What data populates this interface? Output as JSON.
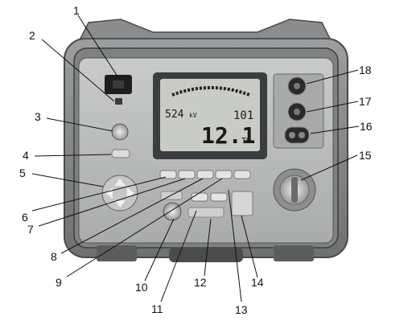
{
  "callouts": [
    {
      "n": "1"
    },
    {
      "n": "2"
    },
    {
      "n": "3"
    },
    {
      "n": "4"
    },
    {
      "n": "5"
    },
    {
      "n": "6"
    },
    {
      "n": "7"
    },
    {
      "n": "8"
    },
    {
      "n": "9"
    },
    {
      "n": "10"
    },
    {
      "n": "11"
    },
    {
      "n": "12"
    },
    {
      "n": "13"
    },
    {
      "n": "14"
    },
    {
      "n": "15"
    },
    {
      "n": "16"
    },
    {
      "n": "17"
    },
    {
      "n": "18"
    }
  ],
  "lcd": {
    "small_value": "524",
    "small_unit": "kV",
    "right_value": "101",
    "main_value": "12.1",
    "main_unit": "TΩ"
  },
  "colors": {
    "housing": "#8a8c8d",
    "panel": "#b8babb",
    "lcd": "#c9ccc6",
    "leader": "#111111"
  }
}
